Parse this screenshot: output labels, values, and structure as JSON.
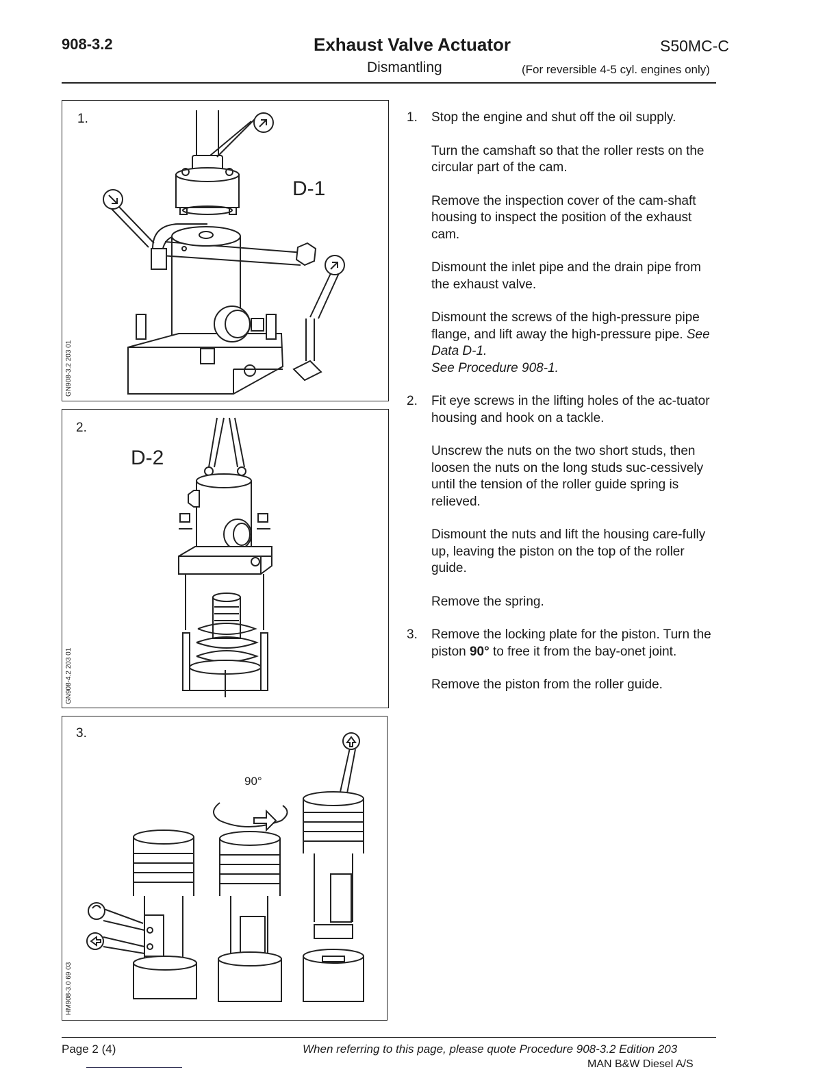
{
  "header": {
    "doc_number": "908-3.2",
    "title": "Exhaust Valve Actuator",
    "engine": "S50MC-C",
    "section": "Dismantling",
    "note": "(For reversible 4-5 cyl. engines only)"
  },
  "figures": [
    {
      "number": "1.",
      "label": "D-1",
      "code": "GN908-3.2 203 01"
    },
    {
      "number": "2.",
      "label": "D-2",
      "code": "GN908-4.2 203 01"
    },
    {
      "number": "3.",
      "label": "90°",
      "code": "HM908-3.0 69 03"
    }
  ],
  "steps": [
    {
      "number": "1.",
      "paragraphs": [
        "Stop the engine and shut off the oil supply.",
        "Turn the camshaft so that the roller rests on the circular part of the cam.",
        "Remove the inspection cover of the cam-shaft housing to inspect the position of the exhaust cam.",
        "Dismount the inlet pipe and the drain pipe from the exhaust valve."
      ],
      "last_paragraph": {
        "text": "Dismount the screws of the high-pressure pipe flange, and lift away the high-pressure pipe.",
        "ref1": "See Data D-1.",
        "ref2": "See Procedure 908-1."
      }
    },
    {
      "number": "2.",
      "paragraphs": [
        "Fit eye screws in the lifting holes of the ac-tuator housing and hook on a tackle.",
        "Unscrew the nuts on the two short studs, then loosen the nuts on the long studs suc-cessively until the tension of the roller guide spring is relieved.",
        "Dismount the nuts and lift the housing care-fully up, leaving the piston on the top of the roller guide.",
        "Remove the spring."
      ]
    },
    {
      "number": "3.",
      "p1_before": "Remove the locking plate for the piston. Turn the piston ",
      "p1_bold": "90°",
      "p1_after": " to free it from the bay-onet joint.",
      "p2": "Remove the piston from the roller guide."
    }
  ],
  "footer": {
    "page": "Page 2 (4)",
    "reference": "When referring to this page, please quote Procedure 908-3.2 Edition 203",
    "company": "MAN B&W Diesel A/S"
  }
}
